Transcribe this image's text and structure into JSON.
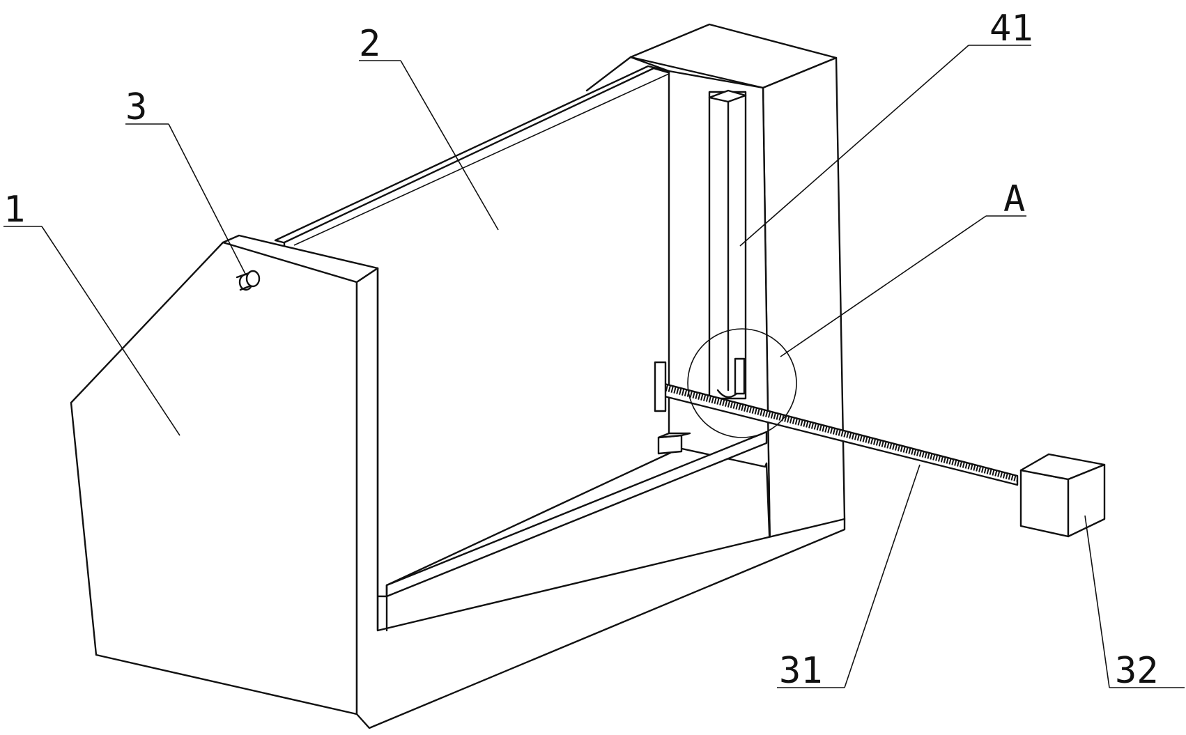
{
  "labels": {
    "part_1": "1",
    "part_2": "2",
    "part_3": "3",
    "part_31": "31",
    "part_32": "32",
    "part_41": "41",
    "detail_a": "A"
  },
  "colors": {
    "ink": "#111111",
    "paper": "#ffffff"
  }
}
